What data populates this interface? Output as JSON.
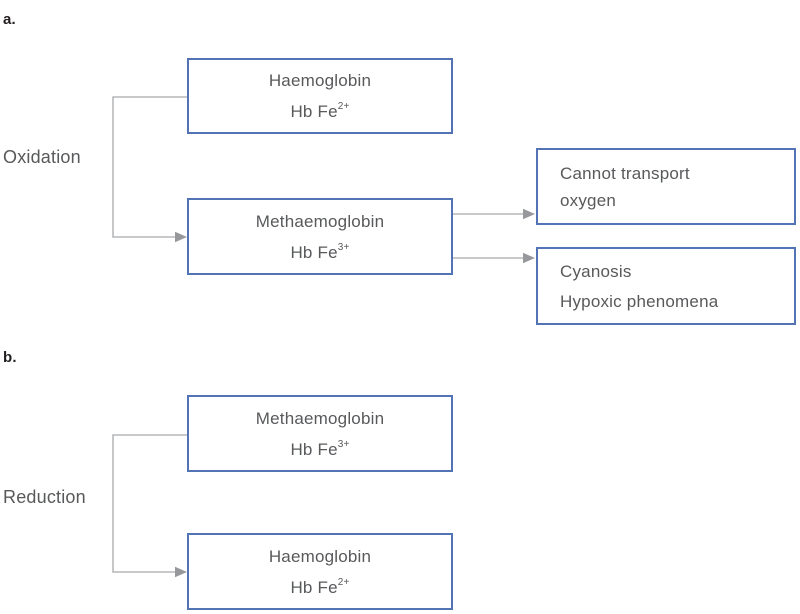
{
  "palette": {
    "box_border": "#5274b4",
    "text_gray": "#58595b",
    "line_gray": "#a7a9ac",
    "arrow_gray": "#96989b",
    "label_dark": "#242021"
  },
  "section_a": {
    "label": "a.",
    "process": "Oxidation",
    "source_box": {
      "name": "Haemoglobin",
      "formula": "Hb Fe",
      "valence": "2+"
    },
    "target_box": {
      "name": "Methaemoglobin",
      "formula": "Hb Fe",
      "valence": "3+"
    },
    "outcome_box_1": {
      "line1": "Cannot transport",
      "line2": "oxygen"
    },
    "outcome_box_2": {
      "line1": "Cyanosis",
      "line2": "Hypoxic phenomena"
    }
  },
  "section_b": {
    "label": "b.",
    "process": "Reduction",
    "source_box": {
      "name": "Methaemoglobin",
      "formula": "Hb Fe",
      "valence": "3+"
    },
    "target_box": {
      "name": "Haemoglobin",
      "formula": "Hb Fe",
      "valence": "2+"
    }
  }
}
